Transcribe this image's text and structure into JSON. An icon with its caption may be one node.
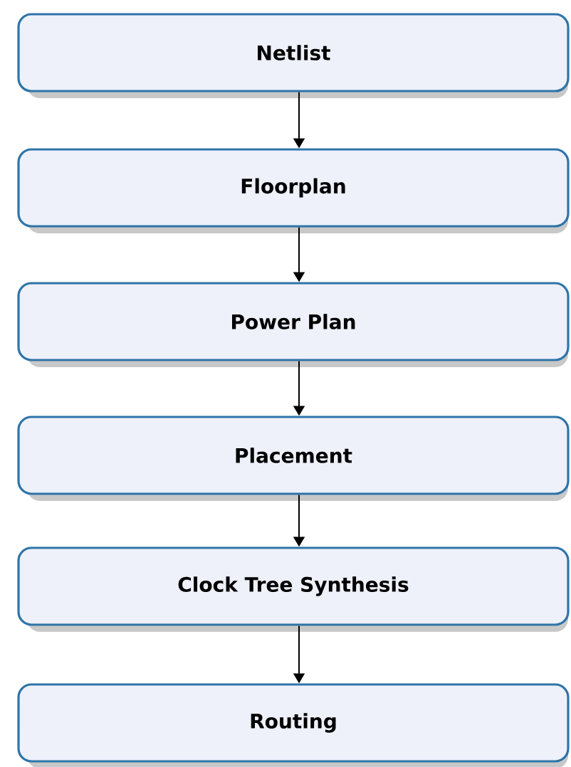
{
  "diagram": {
    "nodes": [
      {
        "text": [
          "Netlist"
        ]
      },
      {
        "text": [
          "Floorplan"
        ]
      },
      {
        "text": [
          "Power Plan"
        ]
      },
      {
        "text": [
          "Placement"
        ]
      },
      {
        "text": [
          "Clock Tree Synthesis"
        ]
      },
      {
        "text": [
          "Routing"
        ]
      }
    ],
    "edges": [
      {
        "from": 0,
        "to": 1,
        "arrow": "to"
      },
      {
        "from": 1,
        "to": 2,
        "arrow": "to"
      },
      {
        "from": 2,
        "to": 3,
        "arrow": "to"
      },
      {
        "from": 3,
        "to": 4,
        "arrow": "to"
      },
      {
        "from": 4,
        "to": 5,
        "arrow": "to"
      }
    ]
  }
}
